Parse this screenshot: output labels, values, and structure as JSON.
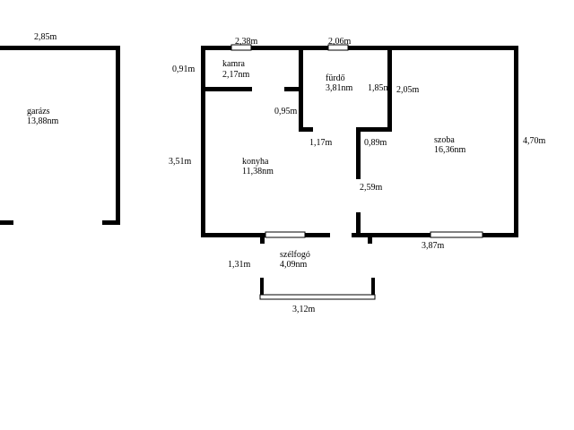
{
  "plan": {
    "colors": {
      "wall": "#000000",
      "background": "#ffffff"
    },
    "rooms": [
      {
        "id": "garazs",
        "name": "garázs",
        "area": "13,88nm"
      },
      {
        "id": "kamra",
        "name": "kamra",
        "area": "2,17nm"
      },
      {
        "id": "furdo",
        "name": "fürdő",
        "area": "3,81nm"
      },
      {
        "id": "konyha",
        "name": "konyha",
        "area": "11,38nm"
      },
      {
        "id": "szoba",
        "name": "szoba",
        "area": "16,36nm"
      },
      {
        "id": "szelfogo",
        "name": "szélfogó",
        "area": "4,09nm"
      }
    ],
    "dimensions": {
      "garazs_width": "2,85m",
      "kamra_width": "2,38m",
      "furdo_width": "2,06m",
      "kamra_height": "0,91m",
      "konyha_height": "3,51m",
      "kamra_door": "0,95m",
      "furdo_height": "1,85m",
      "furdo_right": "2,05m",
      "kitchen_opening": "1,17m",
      "szoba_opening": "0,89m",
      "szoba_wall": "2,59m",
      "szoba_height": "4,70m",
      "szoba_width": "3,87m",
      "szelfogo_depth": "1,31m",
      "szelfogo_width": "3,12m"
    }
  }
}
